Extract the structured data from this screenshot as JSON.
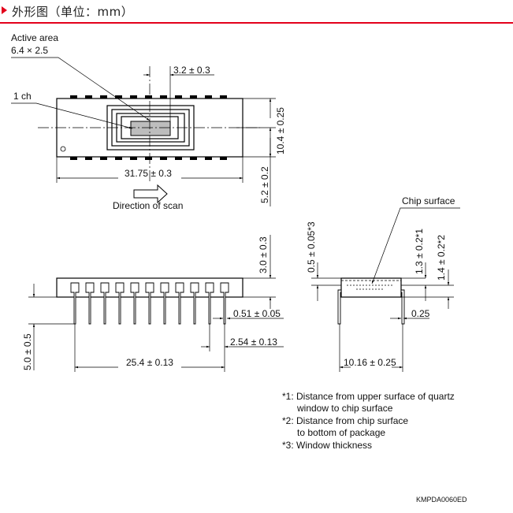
{
  "header": {
    "title": "外形图（单位：mm）"
  },
  "top_view": {
    "active_area_label": "Active area",
    "active_area_size": "6.4 × 2.5",
    "channel_label": "1 ch",
    "dim_window_offset": "3.2 ± 0.3",
    "dim_height": "10.4 ± 0.25",
    "dim_length": "31.75 ± 0.3",
    "dim_pin_height": "5.2 ± 0.2",
    "scan_label": "Direction of scan"
  },
  "side_view": {
    "dim_top": "3.0 ± 0.3",
    "dim_pin_length": "5.0 ± 0.5",
    "dim_pin_width": "0.51 ± 0.05",
    "dim_pitch": "2.54 ± 0.13",
    "dim_span": "25.4 ± 0.13"
  },
  "end_view": {
    "chip_surface_label": "Chip surface",
    "dim_window": "0.5 ± 0.05*3",
    "dim_chip_top": "1.3 ± 0.2*1",
    "dim_chip_bottom": "1.4 ± 0.2*2",
    "dim_lead_thickness": "0.25",
    "dim_row_spacing": "10.16 ± 0.25"
  },
  "notes": {
    "note1_line1": "*1: Distance from upper surface of quartz",
    "note1_line2": "window to chip surface",
    "note2_line1": "*2: Distance from chip surface",
    "note2_line2": "to bottom of package",
    "note3": "*3: Window thickness"
  },
  "drawing_code": "KMPDA0060ED"
}
